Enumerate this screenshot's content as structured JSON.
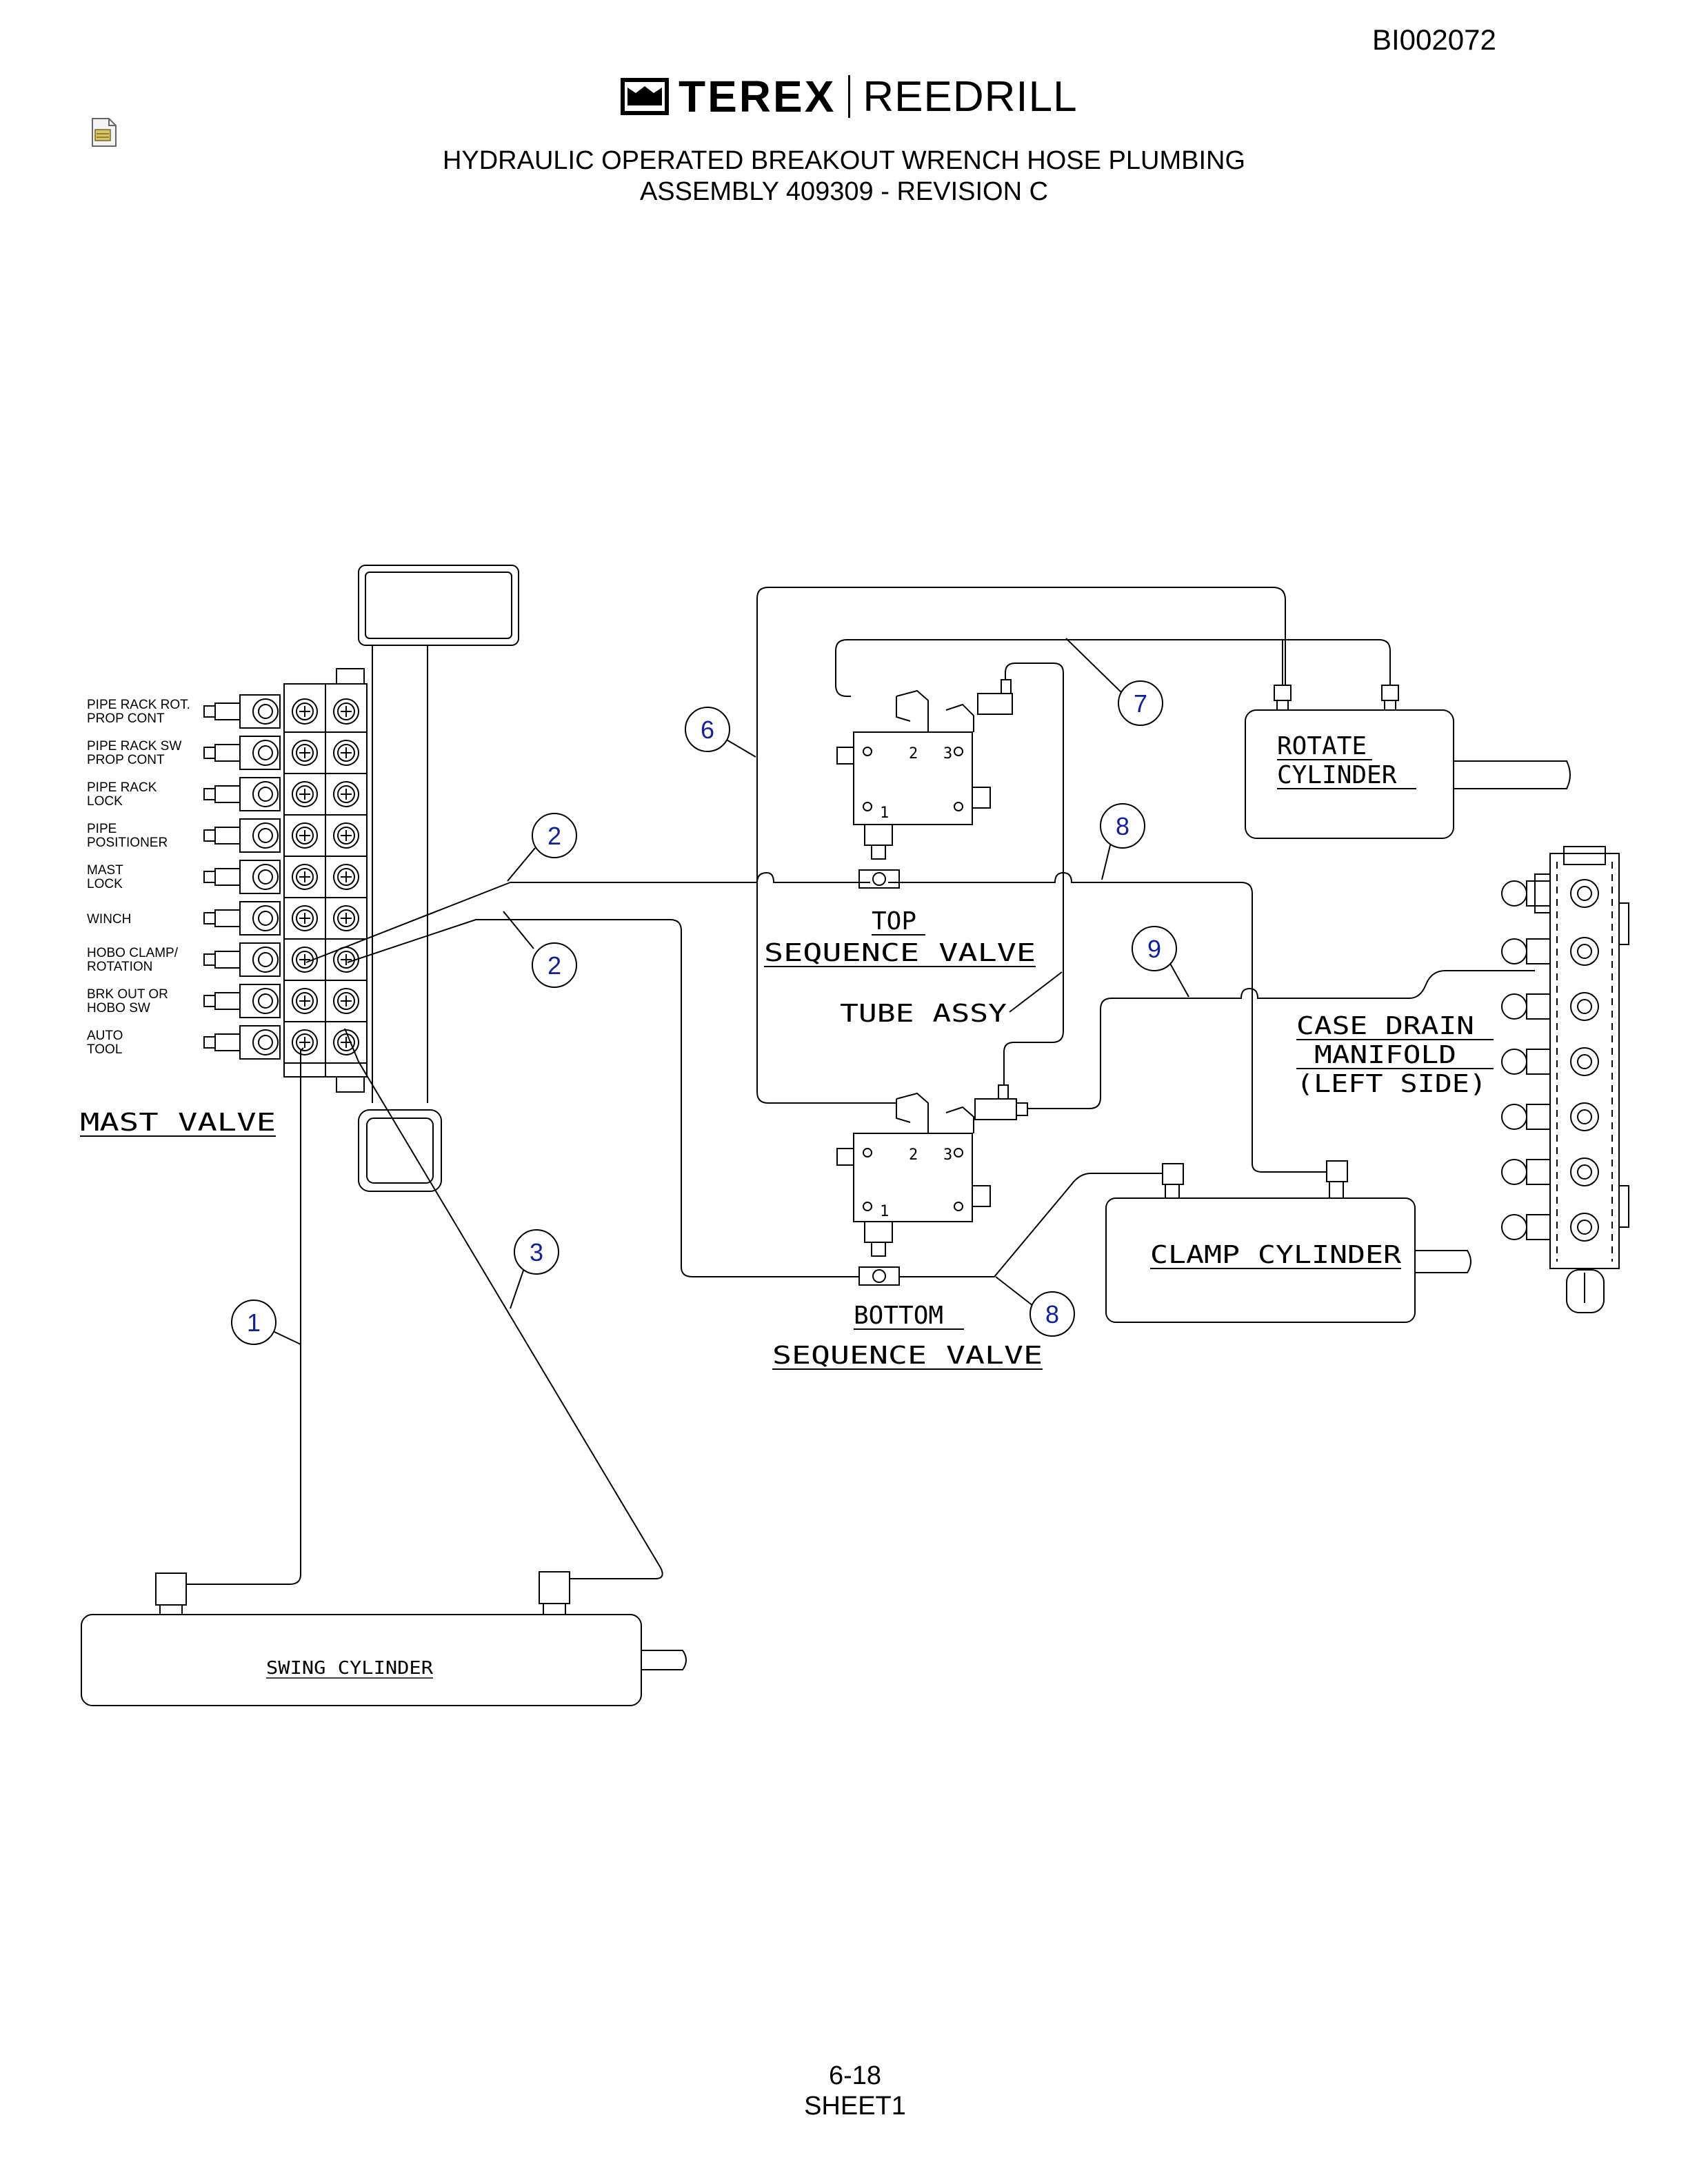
{
  "header": {
    "doc_id": "BI002072",
    "brand": {
      "name": "TEREX",
      "product": "REEDRILL",
      "logo": "terex-logo-icon"
    },
    "title_line1": "HYDRAULIC OPERATED BREAKOUT WRENCH HOSE PLUMBING",
    "title_line2": "ASSEMBLY 409309 - REVISION C",
    "doc_icon": "document-icon"
  },
  "diagram": {
    "mast_valve": {
      "title": "MAST VALVE",
      "sections": [
        [
          "PIPE RACK ROT.",
          "PROP CONT"
        ],
        [
          "PIPE RACK SW",
          "PROP CONT"
        ],
        [
          "PIPE RACK",
          "LOCK"
        ],
        [
          "PIPE",
          "POSITIONER"
        ],
        [
          "MAST",
          "LOCK"
        ],
        [
          "WINCH"
        ],
        [
          "HOBO CLAMP/",
          "ROTATION"
        ],
        [
          "BRK OUT OR",
          "HOBO SW"
        ],
        [
          "AUTO",
          "TOOL"
        ]
      ]
    },
    "components": {
      "rotate_cylinder": [
        "ROTATE",
        "CYLINDER"
      ],
      "clamp_cylinder": "CLAMP CYLINDER",
      "swing_cylinder": "SWING CYLINDER",
      "top_sequence_valve": [
        "TOP",
        "SEQUENCE VALVE"
      ],
      "bottom_sequence_valve": [
        "BOTTOM",
        "SEQUENCE VALVE"
      ],
      "tube_assy": "TUBE ASSY",
      "case_drain_manifold": [
        "CASE DRAIN",
        "MANIFOLD",
        "(LEFT SIDE)"
      ]
    },
    "port_labels": {
      "p1": "1",
      "p2": "2",
      "p3": "3"
    },
    "callouts": [
      "1",
      "2",
      "2",
      "3",
      "6",
      "7",
      "8",
      "8",
      "9"
    ]
  },
  "footer": {
    "page": "6-18",
    "sheet": "SHEET1"
  }
}
